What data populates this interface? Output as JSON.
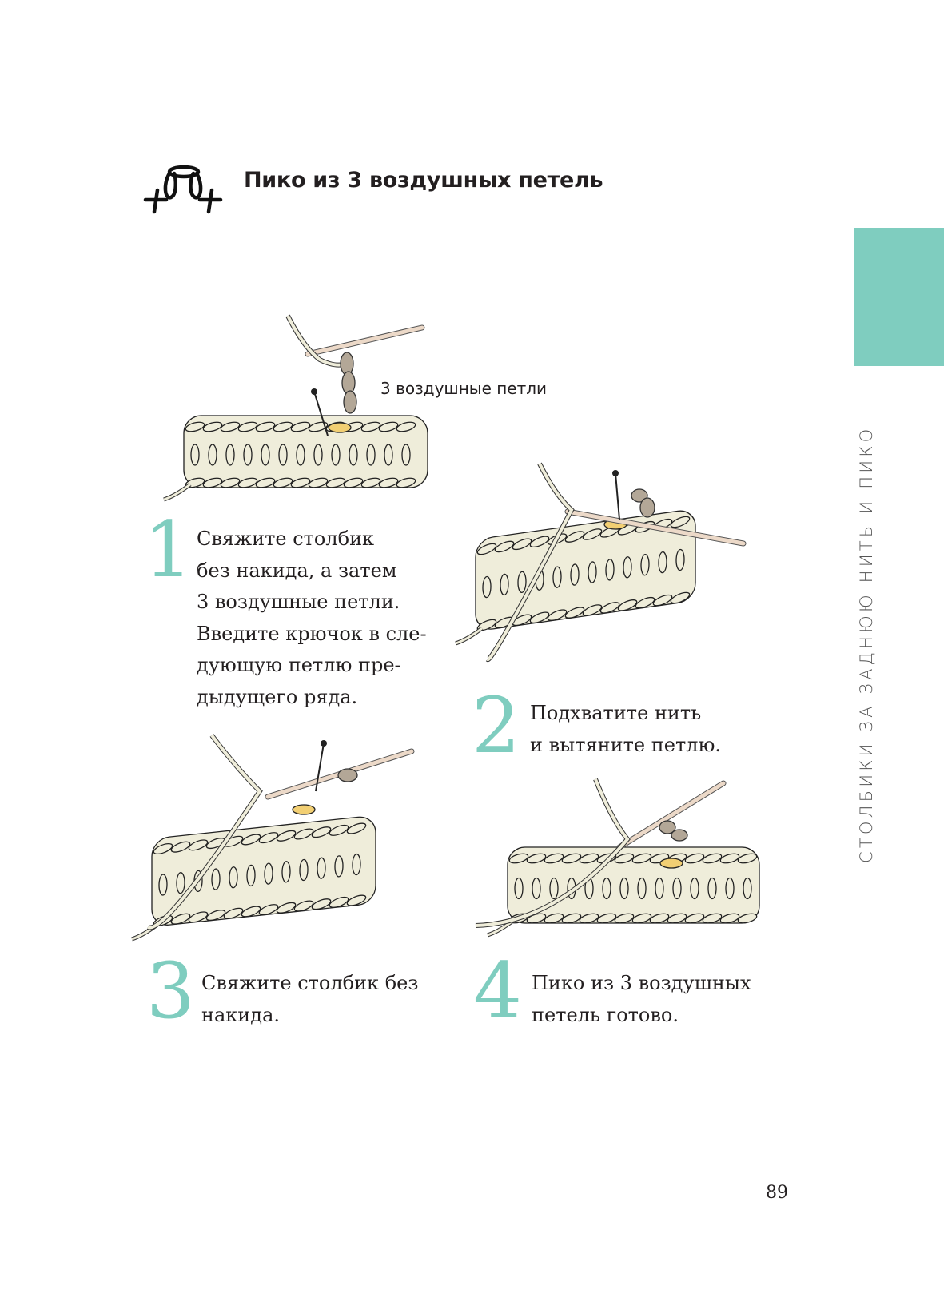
{
  "title": "Пико из 3 воздушных петель",
  "section_tab": "СТОЛБИКИ ЗА ЗАДНЮЮ НИТЬ И ПИКО",
  "callout": "3 воздушные петли",
  "steps": [
    {
      "number": "1",
      "text": "Свяжите столбик\nбез накида, а затем\n3 воздушные петли.\nВведите крючок в сле-\nдующую петлю пре-\nдыдущего ряда."
    },
    {
      "number": "2",
      "text": "Подхватите нить\nи вытяните петлю."
    },
    {
      "number": "3",
      "text": "Свяжите столбик без\nнакида."
    },
    {
      "number": "4",
      "text": "Пико из 3 воздушных\nпетель готово."
    }
  ],
  "page_number": "89",
  "colors": {
    "accent": "#7fcdbf",
    "yarn": "#efedda",
    "chain": "#b3a797",
    "highlight": "#f2cf73"
  }
}
